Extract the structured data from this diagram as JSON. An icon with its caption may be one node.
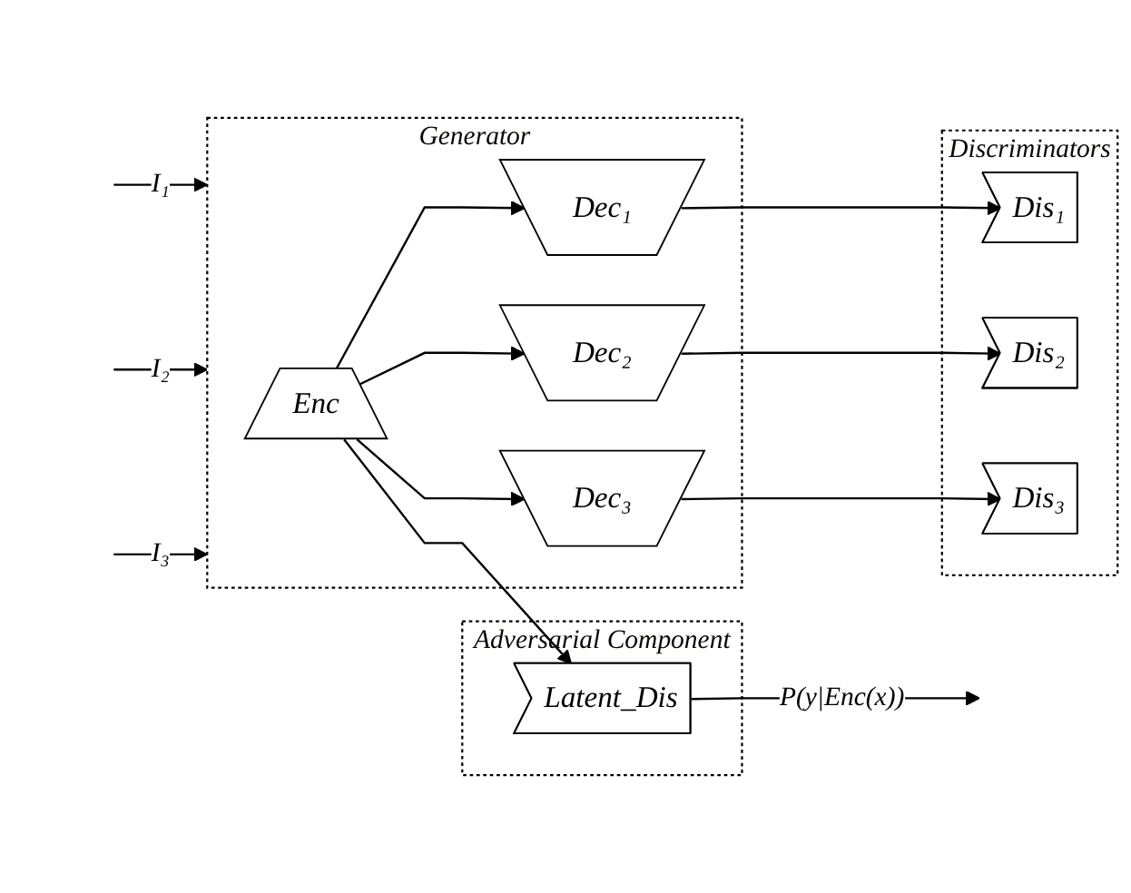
{
  "diagram": {
    "nodes": [
      {
        "text": [
          "Generator"
        ]
      },
      {
        "text": [
          "Enc"
        ],
        "in": 0
      },
      {
        "text": [
          "Dec₁"
        ],
        "in": 0
      },
      {
        "text": [
          "Dec₂"
        ],
        "in": 0
      },
      {
        "text": [
          "Dec₃"
        ],
        "in": 0
      },
      {
        "text": [
          "Adversarial Component"
        ]
      },
      {
        "text": [
          "Latent_Dis"
        ],
        "in": 5
      },
      {
        "text": [
          "Discriminators"
        ]
      },
      {
        "text": [
          "Dis₁"
        ],
        "in": 7
      },
      {
        "text": [
          "Dis₂"
        ],
        "in": 7
      },
      {
        "text": [
          "Dis₃"
        ],
        "in": 7
      }
    ],
    "edges": [
      {
        "from": null,
        "to": 0,
        "arrow": "to",
        "label": "I₁"
      },
      {
        "from": null,
        "to": 0,
        "arrow": "to",
        "label": "I₂"
      },
      {
        "from": null,
        "to": 0,
        "arrow": "to",
        "label": "I₃"
      },
      {
        "from": 1,
        "to": 6,
        "arrow": "to"
      },
      {
        "from": 1,
        "to": 2,
        "arrow": "to"
      },
      {
        "from": 1,
        "to": 3,
        "arrow": "to"
      },
      {
        "from": 1,
        "to": 4,
        "arrow": "to"
      },
      {
        "from": 2,
        "to": 8,
        "arrow": "to"
      },
      {
        "from": 3,
        "to": 9,
        "arrow": "to"
      },
      {
        "from": 4,
        "to": 10,
        "arrow": "to"
      },
      {
        "from": 6,
        "to": null,
        "arrow": "to",
        "label": "P(y|Enc(x))"
      }
    ]
  }
}
